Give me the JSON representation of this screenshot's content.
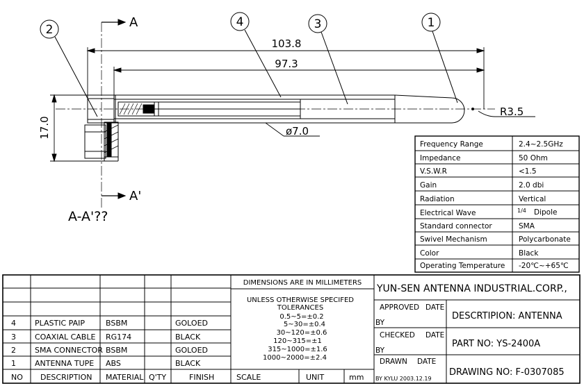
{
  "drawing": {
    "balloons": [
      "2",
      "4",
      "3",
      "1"
    ],
    "section_top": "A",
    "section_bottom": "A'",
    "section_caption": "A-A'??",
    "dims": {
      "overall_length": "103.8",
      "inner_length": "97.3",
      "height": "17.0",
      "diameter": "ø7.0",
      "tip_radius": "R3.5"
    }
  },
  "specs": [
    {
      "label": "Frequency Range",
      "value": "2.4~2.5GHz"
    },
    {
      "label": "Impedance",
      "value": "50 Ohm"
    },
    {
      "label": "V.S.W.R",
      "value": "<1.5"
    },
    {
      "label": "Gain",
      "value": "2.0 dbi"
    },
    {
      "label": "Radiation",
      "value": "Vertical"
    },
    {
      "label": "Electrical Wave",
      "value_frac": "1/4",
      "value": "Dipole"
    },
    {
      "label": "Standard connector",
      "value": "SMA"
    },
    {
      "label": "Swivel Mechanism",
      "value": "Polycarbonate"
    },
    {
      "label": "Color",
      "value": "Black"
    },
    {
      "label": "Operating Temperature",
      "value": "-20℃~+65℃"
    }
  ],
  "bom": {
    "headers": {
      "no": "NO",
      "description": "DESCRIPTION",
      "material": "MATERIAL",
      "qty": "Q'TY",
      "finish": "FINISH"
    },
    "rows": [
      {
        "no": "4",
        "description": "PLASTIC PAIP",
        "material": "BSBM",
        "qty": "",
        "finish": "GOLOED"
      },
      {
        "no": "3",
        "description": "COAXIAL CABLE",
        "material": "RG174",
        "qty": "",
        "finish": "BLACK"
      },
      {
        "no": "2",
        "description": "SMA CONNECTOR",
        "material": "BSBM",
        "qty": "",
        "finish": "GOLOED"
      },
      {
        "no": "1",
        "description": "ANTENNA TUPE",
        "material": "ABS",
        "qty": "",
        "finish": "BLACK"
      }
    ]
  },
  "tolerance": {
    "title": "DIMENSIONS ARE IN MILLIMETERS",
    "line1": "UNLESS OTHERWISE SPECIFED",
    "line2": "TOLERANCES",
    "items": [
      "0.5~5=±0.2",
      "5~30=±0.4",
      "30~120=±0.6",
      "120~315=±1",
      "315~1000=±1.6",
      "1000~2000=±2.4"
    ],
    "scale": "SCALE",
    "unit": "UNIT",
    "unit_value": "mm"
  },
  "title_block": {
    "company": "YUN-SEN ANTENNA INDUSTRIAL.CORP.,",
    "approved": "APPROVED",
    "checked": "CHECKED",
    "drawn": "DRAWN",
    "date": "DATE",
    "by": "BY",
    "drawn_by": "BY KYLU 2003.12.19",
    "description": "DESCRTIPION: ANTENNA",
    "part_no": "PART NO: YS-2400A",
    "drawing_no": "DRAWING NO: F-0307085"
  }
}
